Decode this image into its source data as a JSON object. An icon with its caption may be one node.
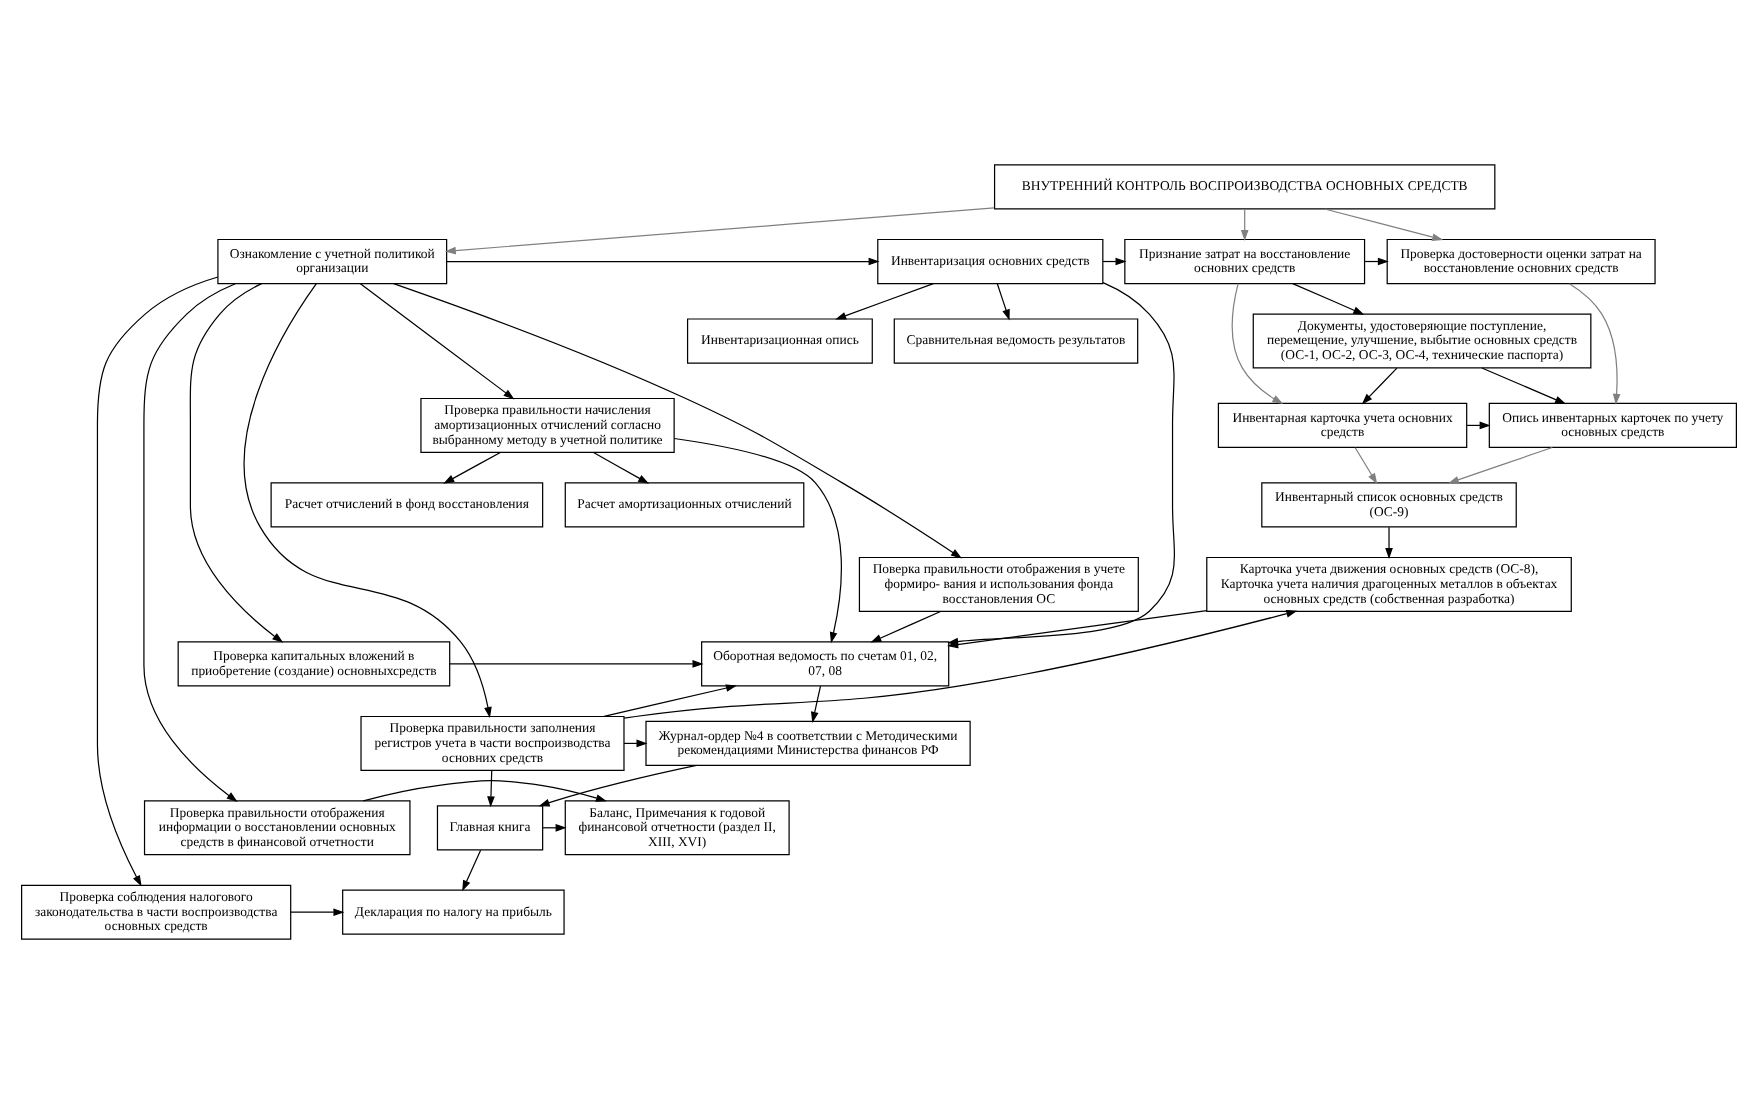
{
  "diagram": {
    "nodes": [
      {
        "text": [
          "ВНУТРЕННИЙ КОНТРОЛЬ ВОСПРОИЗВОДСТВА ОСНОВНЫХ СРЕДСТВ"
        ]
      },
      {
        "text": [
          "Ознакомление с учетной политикой организации"
        ]
      },
      {
        "text": [
          "Инвентаризация основних средств"
        ]
      },
      {
        "text": [
          "Признание затрат на восстановление основних средств"
        ]
      },
      {
        "text": [
          "Проверка достоверности оценки затрат на восстановление основних средств"
        ]
      },
      {
        "text": [
          "Инвентаризационная опись"
        ]
      },
      {
        "text": [
          "Сравнительная ведомость результатов"
        ]
      },
      {
        "text": [
          "Документы, удостоверяющие поступление, перемещение, улучшение, выбытие основных средств (ОС-1, ОС-2, ОС-3, ОС-4, технические паспорта)"
        ]
      },
      {
        "text": [
          "Проверка правильности начисления амортизационных отчислений согласно выбранному методу в учетной политике"
        ]
      },
      {
        "text": [
          "Инвентарная карточка учета основних средств"
        ]
      },
      {
        "text": [
          "Опись инвентарных карточек по учету основных средств"
        ]
      },
      {
        "text": [
          "Расчет амортизационных отчислений"
        ]
      },
      {
        "text": [
          "Расчет отчислений в фонд восстановления"
        ]
      },
      {
        "text": [
          "Инвентарный список основных средств (ОС-9)"
        ]
      },
      {
        "text": [
          "Поверка правильности отображения в учете формиро- вания и использования фонда восстановления ОС"
        ]
      },
      {
        "text": [
          "Карточка учета движения основных средств (ОС-8), Карточка учета наличия драгоценных металлов в объектах основных средств (собственная разработка)"
        ]
      },
      {
        "text": [
          "Проверка капитальных вложений в приобретение (создание) основныхсредств"
        ]
      },
      {
        "text": [
          "Оборотная ведомость по счетам 01, 02, 07, 08"
        ]
      },
      {
        "text": [
          "Проверка правильности заполнения регистров учета в части воспроизводства основних средств"
        ]
      },
      {
        "text": [
          "Журнал-ордер №4 в соответствии с Методическими рекомендациями Министерства финансов РФ"
        ]
      },
      {
        "text": [
          "Проверка правильности отображения информации о восстановлении основных средств в финансовой отчетности"
        ]
      },
      {
        "text": [
          "Главная книга"
        ]
      },
      {
        "text": [
          "Баланс, Примечания к годовой финансовой отчетности (раздел II, XIII, XVI)"
        ]
      },
      {
        "text": [
          "Проверка соблюдения налогового законодательства в части воспроизводства основных средств"
        ]
      },
      {
        "text": [
          "Декларация по налогу на прибыль"
        ]
      }
    ],
    "edges": [
      {
        "from": 0,
        "to": 1,
        "arrow": "to",
        "color": "#808080"
      },
      {
        "from": 0,
        "to": 3,
        "arrow": "to",
        "color": "#808080"
      },
      {
        "from": 0,
        "to": 4,
        "arrow": "to",
        "color": "#808080"
      },
      {
        "from": 1,
        "to": 2,
        "arrow": "to"
      },
      {
        "from": 2,
        "to": 3,
        "arrow": "to"
      },
      {
        "from": 3,
        "to": 4,
        "arrow": "to"
      },
      {
        "from": 2,
        "to": 5,
        "arrow": "to"
      },
      {
        "from": 2,
        "to": 6,
        "arrow": "to"
      },
      {
        "from": 1,
        "to": 8,
        "arrow": "to"
      },
      {
        "from": 1,
        "to": 14,
        "arrow": "to"
      },
      {
        "from": 1,
        "to": 16,
        "arrow": "to"
      },
      {
        "from": 1,
        "to": 18,
        "arrow": "to"
      },
      {
        "from": 1,
        "to": 20,
        "arrow": "to"
      },
      {
        "from": 1,
        "to": 23,
        "arrow": "to"
      },
      {
        "from": 8,
        "to": 11,
        "arrow": "to"
      },
      {
        "from": 8,
        "to": 12,
        "arrow": "to"
      },
      {
        "from": 3,
        "to": 7,
        "arrow": "to"
      },
      {
        "from": 3,
        "to": 9,
        "arrow": "to",
        "color": "#808080"
      },
      {
        "from": 4,
        "to": 10,
        "arrow": "to",
        "color": "#808080"
      },
      {
        "from": 7,
        "to": 9,
        "arrow": "to"
      },
      {
        "from": 7,
        "to": 10,
        "arrow": "to"
      },
      {
        "from": 9,
        "to": 10,
        "arrow": "to"
      },
      {
        "from": 9,
        "to": 13,
        "arrow": "to",
        "color": "#808080"
      },
      {
        "from": 10,
        "to": 13,
        "arrow": "to",
        "color": "#808080"
      },
      {
        "from": 13,
        "to": 15,
        "arrow": "to"
      },
      {
        "from": 2,
        "to": 17,
        "arrow": "to"
      },
      {
        "from": 8,
        "to": 17,
        "arrow": "to"
      },
      {
        "from": 14,
        "to": 17,
        "arrow": "to"
      },
      {
        "from": 16,
        "to": 17,
        "arrow": "to"
      },
      {
        "from": 18,
        "to": 15,
        "arrow": "to"
      },
      {
        "from": 18,
        "to": 17,
        "arrow": "to"
      },
      {
        "from": 18,
        "to": 19,
        "arrow": "to"
      },
      {
        "from": 18,
        "to": 21,
        "arrow": "to"
      },
      {
        "from": 15,
        "to": 17,
        "arrow": "to"
      },
      {
        "from": 17,
        "to": 19,
        "arrow": "to"
      },
      {
        "from": 19,
        "to": 21,
        "arrow": "to"
      },
      {
        "from": 21,
        "to": 22,
        "arrow": "to"
      },
      {
        "from": 20,
        "to": 22,
        "arrow": "to"
      },
      {
        "from": 21,
        "to": 24,
        "arrow": "to"
      },
      {
        "from": 23,
        "to": 24,
        "arrow": "to"
      }
    ]
  }
}
